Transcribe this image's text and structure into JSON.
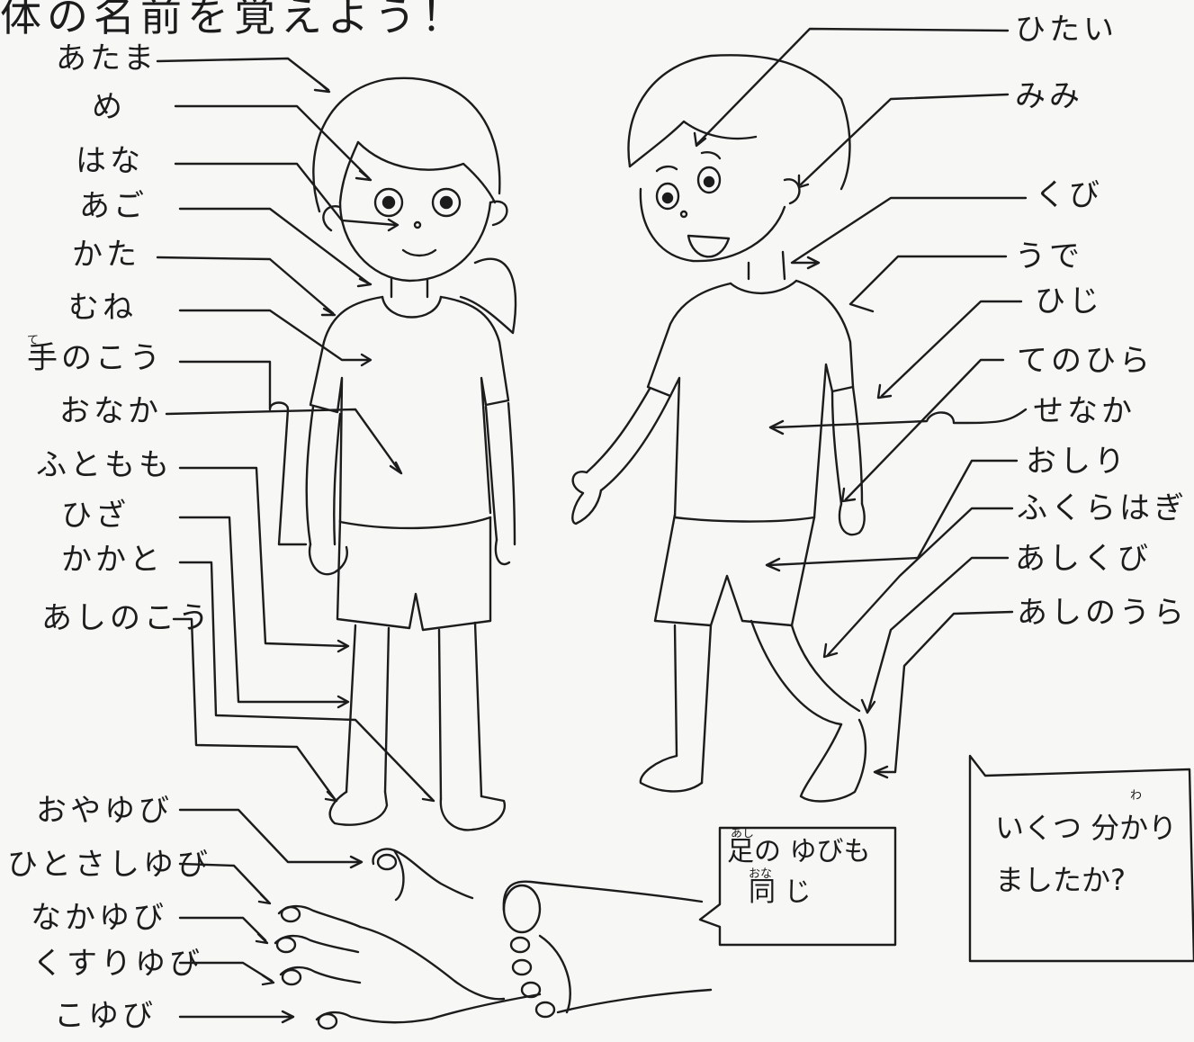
{
  "title": "体の名前を覚えよう！",
  "left_labels": [
    {
      "id": "atama",
      "text": "あたま"
    },
    {
      "id": "me",
      "text": "め"
    },
    {
      "id": "hana",
      "text": "はな"
    },
    {
      "id": "ago",
      "text": "あご"
    },
    {
      "id": "kata",
      "text": "かた"
    },
    {
      "id": "mune",
      "text": "むね"
    },
    {
      "id": "tenokou",
      "text": "手のこう",
      "ruby": "て"
    },
    {
      "id": "onaka",
      "text": "おなか"
    },
    {
      "id": "futomomo",
      "text": "ふともも"
    },
    {
      "id": "hiza",
      "text": "ひざ"
    },
    {
      "id": "kakato",
      "text": "かかと"
    },
    {
      "id": "ashinokou",
      "text": "あしのこう"
    }
  ],
  "right_labels": [
    {
      "id": "hitai",
      "text": "ひたい"
    },
    {
      "id": "mimi",
      "text": "みみ"
    },
    {
      "id": "kubi",
      "text": "くび"
    },
    {
      "id": "ude",
      "text": "うで"
    },
    {
      "id": "hiji",
      "text": "ひじ"
    },
    {
      "id": "tenohira",
      "text": "てのひら"
    },
    {
      "id": "senaka",
      "text": "せなか"
    },
    {
      "id": "oshiri",
      "text": "おしり"
    },
    {
      "id": "fukurahagi",
      "text": "ふくらはぎ"
    },
    {
      "id": "ashikubi",
      "text": "あしくび"
    },
    {
      "id": "ashinoura",
      "text": "あしのうら"
    }
  ],
  "finger_labels": [
    {
      "id": "oyayubi",
      "text": "おやゆび"
    },
    {
      "id": "hitosashiyubi",
      "text": "ひとさしゆび"
    },
    {
      "id": "nakayubi",
      "text": "なかゆび"
    },
    {
      "id": "kusuriyubi",
      "text": "くすりゆび"
    },
    {
      "id": "koyubi",
      "text": "こゆび"
    }
  ],
  "foot_bubble": {
    "line1": "足の ゆびも",
    "line1_ruby": "あし",
    "line2": "同 じ",
    "line2_ruby": "おな"
  },
  "question_box": {
    "line1": "いくつ 分かり",
    "line1_ruby": "わ",
    "line2": "ましたか?"
  }
}
